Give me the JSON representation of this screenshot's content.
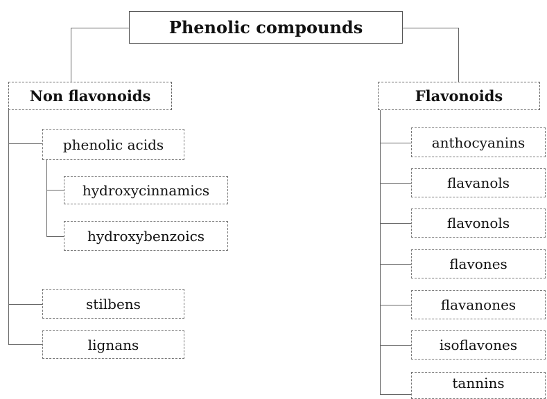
{
  "root": {
    "label": "Phenolic compounds"
  },
  "non_flavonoids": {
    "label": "Non flavonoids",
    "phenolic_acids": {
      "label": "phenolic acids",
      "children": [
        "hydroxycinnamics",
        "hydroxybenzoics"
      ]
    },
    "others": [
      "stilbens",
      "lignans"
    ]
  },
  "flavonoids": {
    "label": "Flavonoids",
    "children": [
      "anthocyanins",
      "flavanols",
      "flavonols",
      "flavones",
      "flavanones",
      "isoflavones",
      "tannins"
    ]
  }
}
